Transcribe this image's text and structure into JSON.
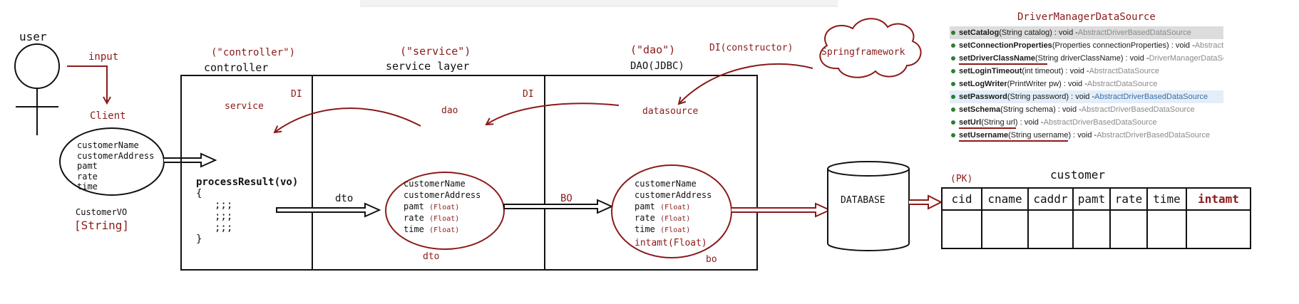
{
  "diagram": {
    "user": {
      "label": "user"
    },
    "input_label": "input",
    "client": {
      "label": "Client",
      "fields": [
        "customerName",
        "customerAddress",
        "pamt",
        "rate",
        "time"
      ],
      "vo_label": "CustomerVO",
      "type_label": "[String]"
    },
    "controller": {
      "stereotype": "(\"controller\")",
      "label": "controller",
      "service_ref": "service",
      "di_label": "DI",
      "method_lines": [
        "processResult(vo)",
        "{",
        ";;;",
        ";;;",
        ";;;",
        "}"
      ],
      "dto_arrow_label": "dto"
    },
    "service": {
      "stereotype": "(\"service\")",
      "label": "service layer",
      "dao_ref": "dao",
      "di_label": "DI",
      "dto_fields": [
        {
          "name": "customerName",
          "type": ""
        },
        {
          "name": "customerAddress",
          "type": ""
        },
        {
          "name": "pamt",
          "type": "(Float)"
        },
        {
          "name": "rate",
          "type": "(Float)"
        },
        {
          "name": "time",
          "type": "(Float)"
        }
      ],
      "dto_label": "dto",
      "bo_arrow_label": "BO"
    },
    "dao": {
      "stereotype": "(\"dao\")",
      "label": "DAO(JDBC)",
      "datasource_ref": "datasource",
      "di_label": "DI(constructor)",
      "bo_fields": [
        {
          "name": "customerName",
          "type": ""
        },
        {
          "name": "customerAddress",
          "type": ""
        },
        {
          "name": "pamt",
          "type": "(Float)"
        },
        {
          "name": "rate",
          "type": "(Float)"
        },
        {
          "name": "time",
          "type": "(Float)"
        },
        {
          "name": "intamt(Float)",
          "type": ""
        }
      ],
      "bo_label": "bo"
    },
    "spring_cloud": "Springframework",
    "database_label": "DATABASE",
    "datasource_class": {
      "title": "DriverManagerDataSource",
      "methods": [
        {
          "name": "setCatalog",
          "sig": "(String catalog) : void - ",
          "owner": "AbstractDriverBasedDataSource",
          "state": "selected"
        },
        {
          "name": "setConnectionProperties",
          "sig": "(Properties connectionProperties) : void - ",
          "owner": "AbstractDriverBasedDataSource",
          "state": ""
        },
        {
          "name": "setDriverClassName",
          "sig": "(String driverClassName) : void - ",
          "owner": "DriverManagerDataSource",
          "state": ""
        },
        {
          "name": "setLoginTimeout",
          "sig": "(int timeout) : void - ",
          "owner": "AbstractDataSource",
          "state": ""
        },
        {
          "name": "setLogWriter",
          "sig": "(PrintWriter pw) : void - ",
          "owner": "AbstractDataSource",
          "state": ""
        },
        {
          "name": "setPassword",
          "sig": "(String password) : void - ",
          "owner": "AbstractDriverBasedDataSource",
          "state": "highlight"
        },
        {
          "name": "setSchema",
          "sig": "(String schema) : void - ",
          "owner": "AbstractDriverBasedDataSource",
          "state": ""
        },
        {
          "name": "setUrl",
          "sig": "(String url) : void - ",
          "owner": "AbstractDriverBasedDataSource",
          "state": ""
        },
        {
          "name": "setUsername",
          "sig": "(String username) : void - ",
          "owner": "AbstractDriverBasedDataSource",
          "state": ""
        }
      ]
    },
    "customer_table": {
      "pk_label": "(PK)",
      "title": "customer",
      "columns": [
        "cid",
        "cname",
        "caddr",
        "pamt",
        "rate",
        "time",
        "intamt"
      ]
    }
  },
  "colors": {
    "ink": "#111111",
    "accent": "#8b1a1a",
    "method_dot": "#2e7d32",
    "owner_gray": "#8a8a8a"
  }
}
